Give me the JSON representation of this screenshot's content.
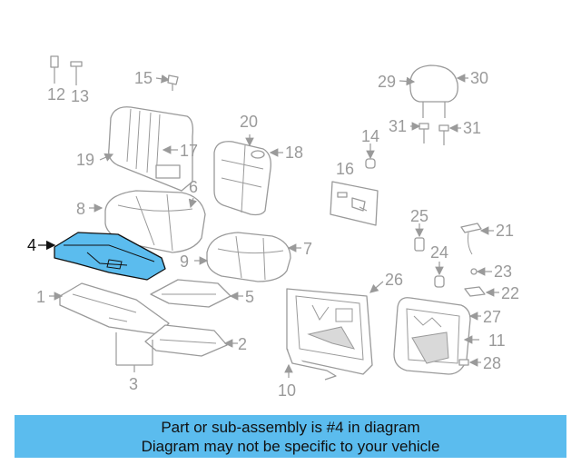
{
  "diagram": {
    "highlight_color": "#5bbcee",
    "highlighted_part": "4",
    "callouts": [
      "1",
      "2",
      "3",
      "4",
      "5",
      "6",
      "7",
      "8",
      "9",
      "10",
      "11",
      "12",
      "13",
      "14",
      "15",
      "16",
      "17",
      "18",
      "19",
      "20",
      "21",
      "22",
      "23",
      "24",
      "25",
      "26",
      "27",
      "28",
      "29",
      "30",
      "31",
      "31"
    ]
  },
  "banner": {
    "line1": "Part or sub-assembly is #4 in diagram",
    "line2": "Diagram may not be specific to your vehicle",
    "background": "#5bbcee"
  }
}
